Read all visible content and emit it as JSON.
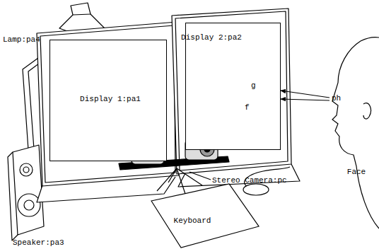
{
  "diagram": {
    "nodes": [
      {
        "text": [
          "Display 1:pa1"
        ]
      },
      {
        "text": [
          "Display 2:pa2"
        ]
      },
      {
        "text": [
          "Face"
        ]
      },
      {
        "text": [
          "Keyboard"
        ]
      }
    ],
    "edges": [
      {
        "from": 2,
        "to": 1,
        "arrow": "to",
        "label": "g"
      },
      {
        "from": 2,
        "to": 1,
        "arrow": "to",
        "label": "f"
      }
    ],
    "labels": [
      "Lamp:pa4",
      "Speaker:pa3",
      "Stereo Camera:pc",
      "ph"
    ]
  }
}
